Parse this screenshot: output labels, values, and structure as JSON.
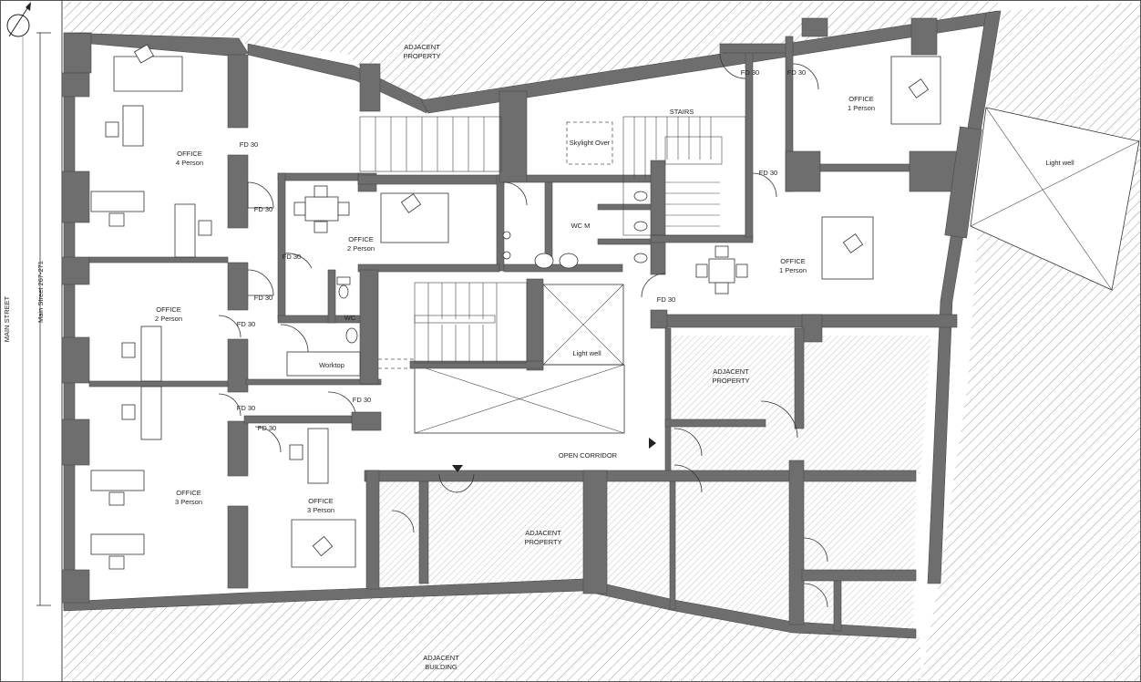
{
  "labels": {
    "adjacent_property_top": [
      "ADJACENT",
      "PROPERTY"
    ],
    "adjacent_property_mid": [
      "ADJACENT",
      "PROPERTY"
    ],
    "adjacent_property_bottom": [
      "ADJACENT",
      "PROPERTY"
    ],
    "adjacent_building": [
      "ADJACENT",
      "BUILDING"
    ],
    "office_4_person": [
      "OFFICE",
      "4 Person"
    ],
    "office_2_person_left": [
      "OFFICE",
      "2 Person"
    ],
    "office_2_person_center": [
      "OFFICE",
      "2 Person"
    ],
    "office_3_person_left": [
      "OFFICE",
      "3 Person"
    ],
    "office_3_person_center": [
      "OFFICE",
      "3 Person"
    ],
    "office_1_person_top": [
      "OFFICE",
      "1 Person"
    ],
    "office_1_person_right": [
      "OFFICE",
      "1 Person"
    ],
    "fd30": "FD 30",
    "stairs": "STAIRS",
    "skylight": "Skylight Over",
    "wc_m": "WC M",
    "wc": "WC",
    "worktop": "Worktop",
    "light_well": "Light well",
    "open_corridor": "OPEN CORRIDOR",
    "main_street": "MAIN STREET",
    "main_street_number": "Main Street 267-271"
  },
  "colors": {
    "wall": "#6e6e6e",
    "hatch": "#9a9a9a",
    "line": "#333333"
  },
  "icons": {
    "north_arrow": "north-arrow-icon",
    "chair": "chair-icon",
    "toilet": "toilet-icon",
    "sink": "sink-icon"
  }
}
